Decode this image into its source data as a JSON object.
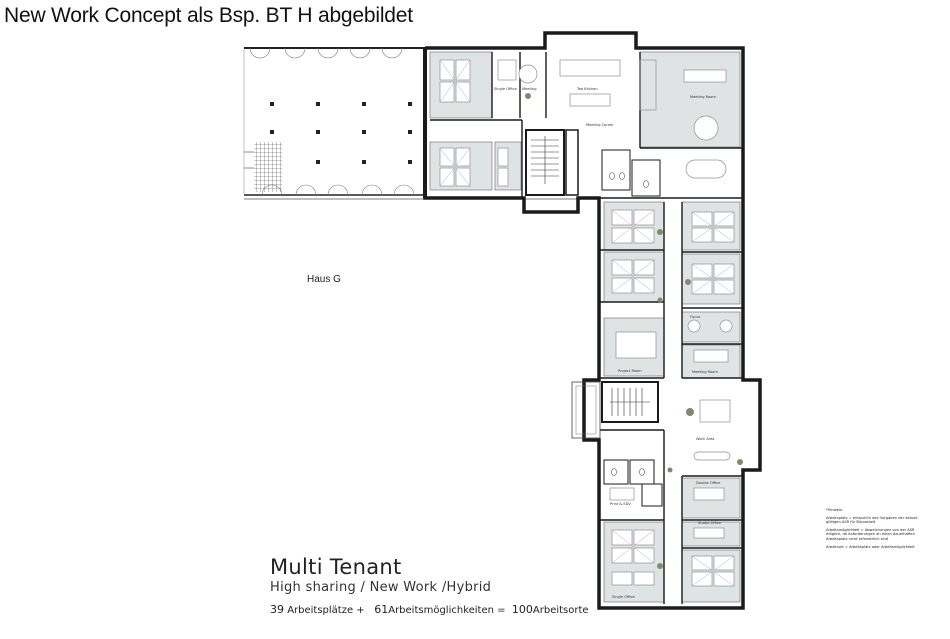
{
  "header": {
    "title": "New Work Concept als Bsp. BT H abgebildet"
  },
  "plan": {
    "building_label": "Haus G",
    "room_labels": {
      "single_office": "Single Office",
      "meeting": "Meeting",
      "tea_kitchen": "Tea Kitchen",
      "meeting_corner": "Meeting Corner",
      "meeting_room": "Meeting Room",
      "project_room": "Project Room",
      "work_area": "Work Area",
      "print_edv": "Print & EDV",
      "double_office": "Double Office",
      "studio_office": "Studio Office",
      "focus": "Focus"
    }
  },
  "caption": {
    "title": "Multi Tenant",
    "subtitle": "High sharing / New Work /Hybrid",
    "stats": {
      "workplaces_count": "39",
      "workplaces_label": "Arbeitsplätze +",
      "options_count": "61",
      "options_label": "Arbeitsmöglichkeiten =",
      "total_count": "100",
      "total_label": "Arbeitsorte"
    }
  },
  "notes": {
    "heading": "*Hinweis:",
    "items": [
      "Arbeitsplatz = entspricht den Vorgaben der aktuell gültigen ASR für Büroarbeit",
      "Arbeitsmöglichkeit = Abweichungen von der ASR möglich, da Anforderungen an einen dauerhaften Arbeitsplatz nicht erforderlich sind",
      "Arbeitsort = Arbeitsplatz oder Arbeitsmöglichkeit"
    ]
  },
  "colors": {
    "room_fill": "#dfe3e3",
    "wall": "#1a1a1a",
    "furniture": "#9aa0a3",
    "plant": "#7c8c6a"
  }
}
